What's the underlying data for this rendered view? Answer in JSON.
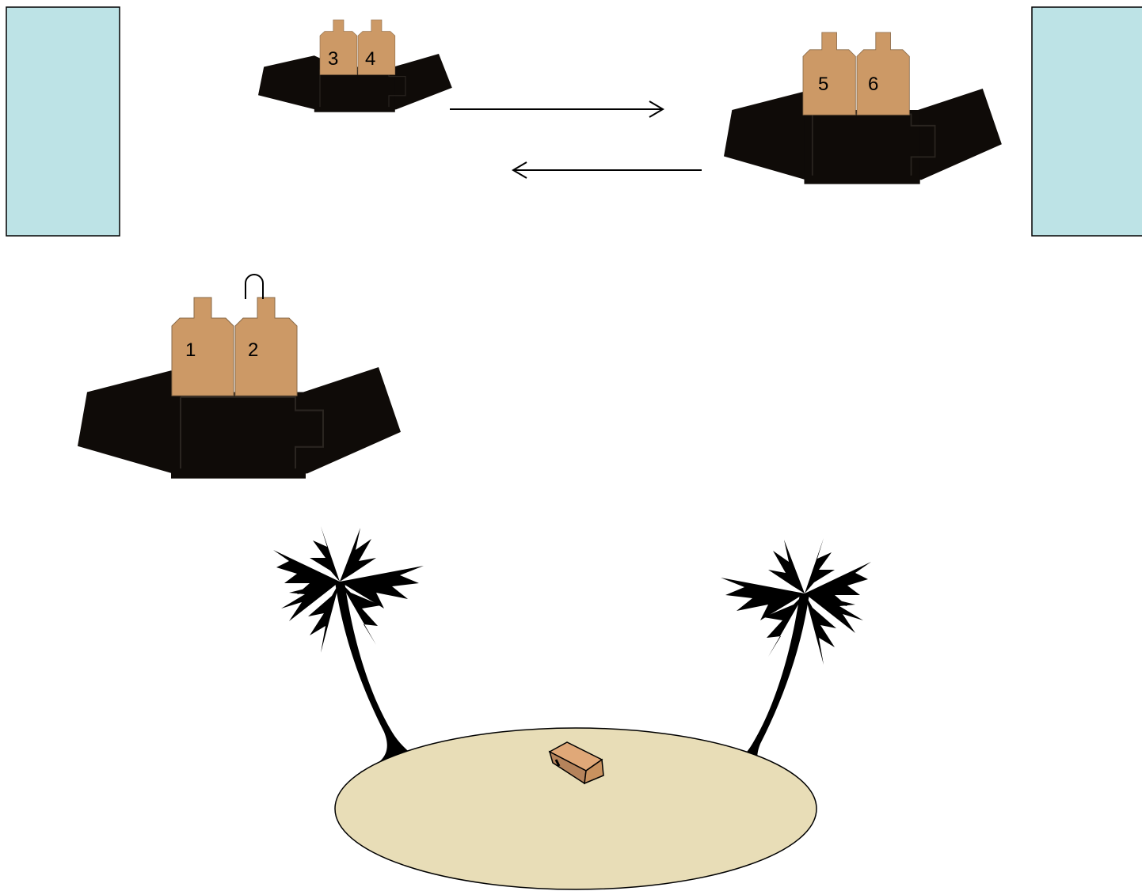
{
  "colors": {
    "background": "#ffffff",
    "pier": "#bde3e6",
    "boat": "#0f0b08",
    "container": "#cc9966",
    "island_sand": "#e8ddb7",
    "chest": "#c9925f",
    "palm": "#000000"
  },
  "icons": {
    "hook": "hook-icon",
    "chest": "treasure-chest-icon",
    "palm": "palm-tree-icon",
    "arrow_right": "arrow-right-icon",
    "arrow_left": "arrow-left-icon"
  },
  "boats": [
    {
      "id": "top-left-boat",
      "containers": [
        "3",
        "4"
      ]
    },
    {
      "id": "top-right-boat",
      "containers": [
        "5",
        "6"
      ]
    },
    {
      "id": "middle-left-boat",
      "containers": [
        "1",
        "2"
      ],
      "hook_on": "2"
    }
  ]
}
